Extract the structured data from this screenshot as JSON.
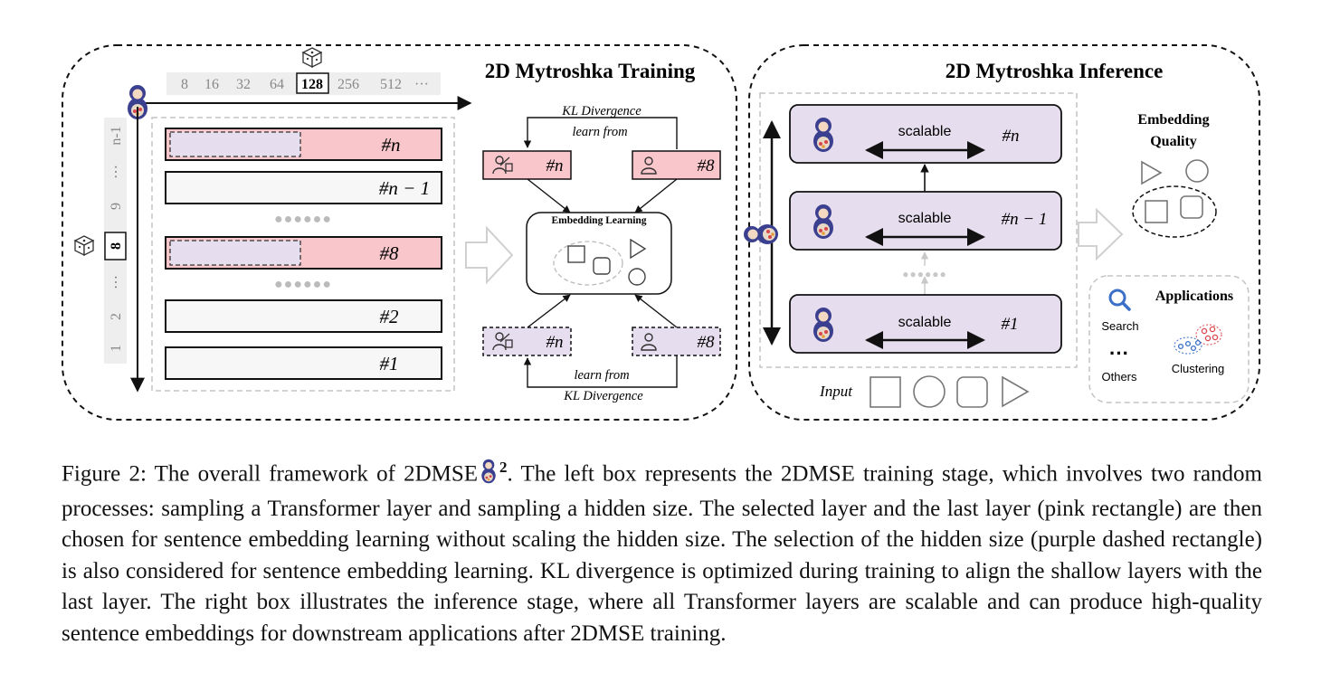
{
  "training": {
    "title": "2D Mytroshka Training",
    "hidden_sizes": [
      "8",
      "16",
      "32",
      "64",
      "128",
      "256",
      "512",
      "···"
    ],
    "selected_hidden_size": "128",
    "layer_axis": [
      "1",
      "2",
      "⋯",
      "8",
      "9",
      "⋯",
      "n-1"
    ],
    "selected_layer": "8",
    "layers": [
      "#n",
      "#n − 1",
      "#8",
      "#2",
      "#1"
    ],
    "top_kl": "KL Divergence",
    "top_learn": "learn from",
    "bottom_learn": "learn from",
    "bottom_kl": "KL Divergence",
    "student_label": "#n",
    "teacher_label": "#8",
    "embedding_learning": "Embedding Learning"
  },
  "inference": {
    "title": "2D Mytroshka Inference",
    "layers": [
      {
        "label": "#n",
        "text": "scalable"
      },
      {
        "label": "#n − 1",
        "text": "scalable"
      },
      {
        "label": "#1",
        "text": "scalable"
      }
    ],
    "input_label": "Input",
    "quality_title_1": "Embedding",
    "quality_title_2": "Quality",
    "applications_title": "Applications",
    "app_search": "Search",
    "app_others": "Others",
    "app_clustering": "Clustering",
    "dots": "···"
  },
  "colors": {
    "pink": "#f9c6cb",
    "purple": "#e6ddee",
    "dark": "#111111",
    "gray_dash": "#bdbdbd"
  },
  "caption": {
    "prefix": "Figure 2: The overall framework of 2DMSE",
    "superscript": "2",
    "body": ". The left box represents the 2DMSE training stage, which involves two random processes: sampling a Transformer layer and sampling a hidden size. The selected layer and the last layer (pink rectangle) are then chosen for sentence embedding learning without scaling the hidden size. The selection of the hidden size (purple dashed rectangle) is also considered for sentence embedding learning. KL divergence is optimized during training to align the shallow layers with the last layer. The right box illustrates the inference stage, where all Transformer layers are scalable and can produce high-quality sentence embeddings for downstream applications after 2DMSE training."
  }
}
